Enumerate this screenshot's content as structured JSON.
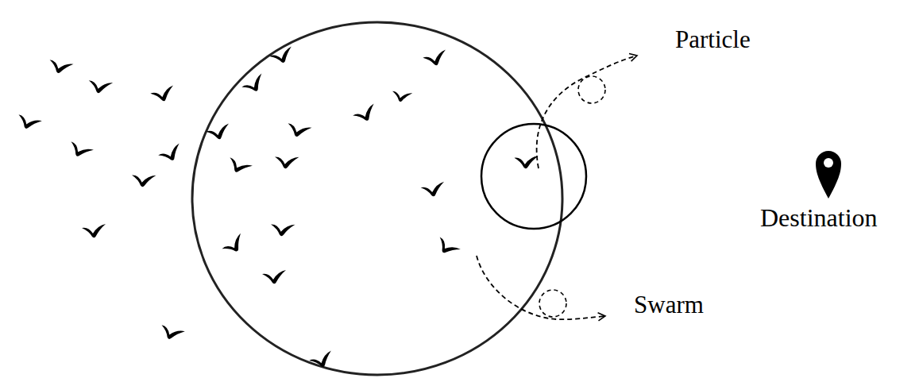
{
  "diagram": {
    "labels": [
      "Particle",
      "Swarm",
      "Destination"
    ]
  }
}
